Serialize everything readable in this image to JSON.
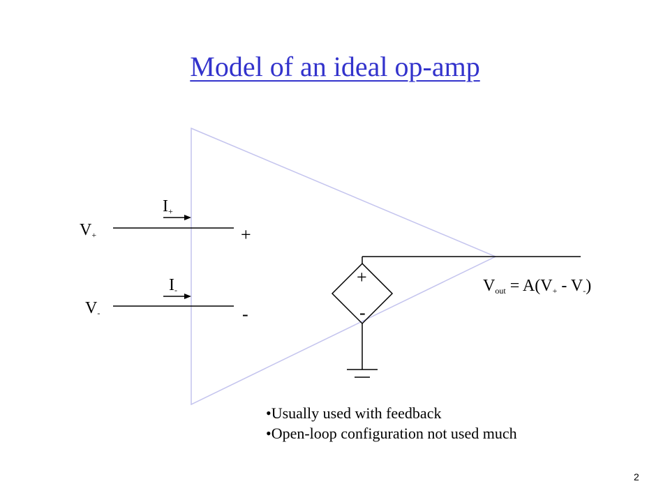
{
  "slide": {
    "title": "Model of an ideal op-amp",
    "page_number": "2"
  },
  "diagram": {
    "input_plus": {
      "voltage_label": "V",
      "voltage_sub": "+",
      "current_label": "I",
      "current_sub": "+",
      "terminal_sign": "+"
    },
    "input_minus": {
      "voltage_label": "V",
      "voltage_sub": "-",
      "current_label": "I",
      "current_sub": "-",
      "terminal_sign": "-"
    },
    "source": {
      "plus_sign": "+",
      "minus_sign": "-"
    },
    "output_equation": {
      "v": "V",
      "out_sub": "out",
      "eq_open": " = A(V",
      "plus_sub": "+",
      "middle": " - V",
      "minus_sub": "-",
      "close": ")"
    }
  },
  "bullets": [
    "Usually used with feedback",
    "Open-loop configuration not used much"
  ]
}
